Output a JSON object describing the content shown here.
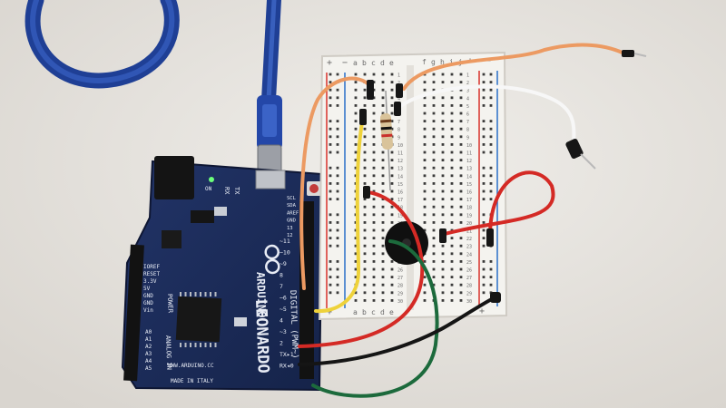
{
  "board": {
    "brand": "ARDUINO",
    "model": "LEONARDO",
    "website": "WWW.ARDUINO.CC",
    "origin": "MADE IN ITALY",
    "tx_label": "TX",
    "rx_label": "RX",
    "on_label": "ON",
    "section_power": "POWER",
    "section_analog": "ANALOG IN",
    "section_digital": "DIGITAL (PWM~)",
    "power_pins": [
      "IOREF",
      "RESET",
      "3.3V",
      "5V",
      "GND",
      "GND",
      "Vin"
    ],
    "analog_pins": [
      "A0",
      "A1",
      "A2",
      "A3",
      "A4",
      "A5"
    ],
    "digital_pins": [
      "~11",
      "~10",
      "~9",
      "8",
      "7",
      "~6",
      "~5",
      "4",
      "~3",
      "2",
      "TX▸1",
      "RX◂0"
    ],
    "top_labels": [
      "SCL",
      "SDA",
      "AREF",
      "GND",
      "13",
      "12"
    ]
  },
  "breadboard": {
    "columns_left": [
      "a",
      "b",
      "c",
      "d",
      "e"
    ],
    "columns_right": [
      "f",
      "g",
      "h",
      "i",
      "j"
    ],
    "plus": "+",
    "minus": "−",
    "row_numbers": [
      "1",
      "2",
      "3",
      "4",
      "5",
      "6",
      "7",
      "8",
      "9",
      "10",
      "11",
      "12",
      "13",
      "14",
      "15",
      "16",
      "17",
      "18",
      "19",
      "20",
      "21",
      "22",
      "23",
      "24",
      "25",
      "26",
      "27",
      "28",
      "29",
      "30"
    ]
  },
  "colors": {
    "background": "#e9e6e2",
    "pcb": "#1b2a55",
    "usb_cable": "#2a4fb0",
    "breadboard": "#f4f3ef",
    "rail_red": "#d8322b",
    "rail_blue": "#2a6fc8",
    "wire_orange": "#ec9a62",
    "wire_white": "#f5f5f5",
    "wire_red": "#d42a25",
    "wire_yellow": "#eed23a",
    "wire_green": "#1c6a3c",
    "wire_black": "#151515"
  }
}
